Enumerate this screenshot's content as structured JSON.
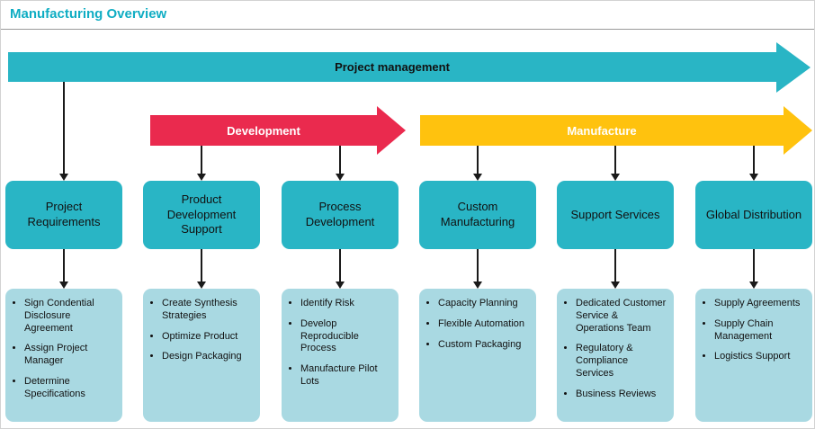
{
  "page": {
    "title": "Manufacturing Overview"
  },
  "colors": {
    "teal": "#29b5c5",
    "red": "#ea2a4e",
    "yellow": "#ffc20e",
    "light_blue": "#a9d9e2",
    "title_text": "#0fadc3",
    "connector": "#1a1a1a"
  },
  "timeline": {
    "project_management": {
      "label": "Project management"
    },
    "development": {
      "label": "Development"
    },
    "manufacture": {
      "label": "Manufacture"
    }
  },
  "columns": [
    {
      "title": "Project Requirements",
      "items": [
        "Sign Condential Disclosure Agreement",
        "Assign Project Manager",
        "Determine Specifications"
      ]
    },
    {
      "title": "Product Development Support",
      "items": [
        "Create Synthesis Strategies",
        "Optimize Product",
        "Design Packaging"
      ]
    },
    {
      "title": "Process Development",
      "items": [
        "Identify Risk",
        "Develop Reproducible Process",
        "Manufacture Pilot Lots"
      ]
    },
    {
      "title": "Custom Manufacturing",
      "items": [
        "Capacity Planning",
        "Flexible Automation",
        "Custom Packaging"
      ]
    },
    {
      "title": "Support Services",
      "items": [
        "Dedicated Customer Service & Operations Team",
        "Regulatory & Compliance Services",
        "Business Reviews"
      ]
    },
    {
      "title": "Global Distribution",
      "items": [
        "Supply Agreements",
        "Supply Chain Management",
        "Logistics Support"
      ]
    }
  ]
}
